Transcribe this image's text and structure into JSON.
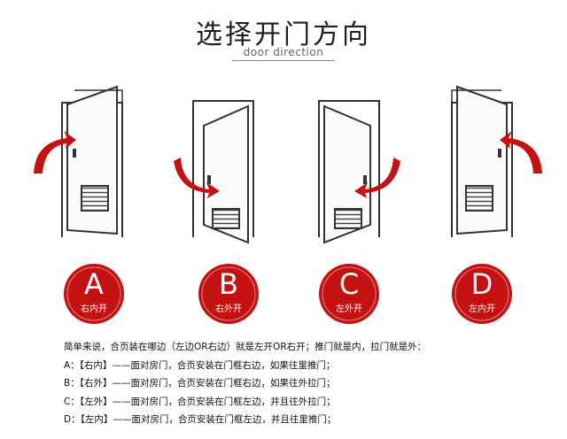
{
  "title": "选择开门方向",
  "subtitle": "door direction",
  "options": [
    {
      "letter": "A",
      "label": "右内开"
    },
    {
      "letter": "B",
      "label": "右外开"
    },
    {
      "letter": "C",
      "label": "左外开"
    },
    {
      "letter": "D",
      "label": "左内开"
    }
  ],
  "notes": {
    "intro": "简单来说，合页装在哪边（左边OR右边）就是左开OR右开；推门就是内，拉门就是外：",
    "lines": [
      "A：【右内】——面对房门，合页安装在门框右边，如果往里推门；",
      "B：【右外】——面对房门，合页安装在门框右边，如果往外拉门；",
      "C：【左外】——面对房门，合页安装在门框左边，并且往外拉门；",
      "D：【左内】——面对房门，合页安装在门框左边，并且往里推门；"
    ]
  },
  "colors": {
    "accent": "#c41212",
    "line": "#333333"
  }
}
